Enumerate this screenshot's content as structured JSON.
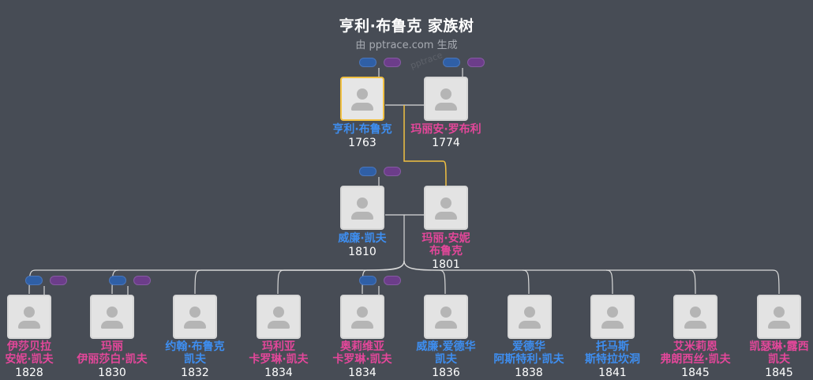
{
  "header": {
    "title": "亨利·布鲁克 家族树",
    "subtitle": "由 pptrace.com 生成",
    "watermark": "pptrace"
  },
  "colors": {
    "background": "#474c55",
    "male": "#3e8ef0",
    "female": "#e3479a",
    "selected_border": "#f1c041",
    "lines": "#d9d9d9",
    "highlight_line": "#f1c041"
  },
  "people": {
    "henry": {
      "name_lines": [
        "亨利·布鲁克"
      ],
      "year": "1763",
      "gender": "male"
    },
    "mary_roble": {
      "name_lines": [
        "玛丽安·罗布利"
      ],
      "year": "1774",
      "gender": "female"
    },
    "william": {
      "name_lines": [
        "威廉·凯夫"
      ],
      "year": "1810",
      "gender": "male"
    },
    "mary_anne": {
      "name_lines": [
        "玛丽·安妮",
        "布鲁克"
      ],
      "year": "1801",
      "gender": "female"
    },
    "isabella": {
      "name_lines": [
        "伊莎贝拉",
        "安妮·凯夫"
      ],
      "year": "1828",
      "gender": "female"
    },
    "mary_elizabeth": {
      "name_lines": [
        "玛丽",
        "伊丽莎白·凯夫"
      ],
      "year": "1830",
      "gender": "female"
    },
    "john": {
      "name_lines": [
        "约翰·布鲁克",
        "凯夫"
      ],
      "year": "1832",
      "gender": "male"
    },
    "maria": {
      "name_lines": [
        "玛利亚",
        "卡罗琳·凯夫"
      ],
      "year": "1834",
      "gender": "female"
    },
    "olivia": {
      "name_lines": [
        "奥莉维亚",
        "卡罗琳·凯夫"
      ],
      "year": "1834",
      "gender": "female"
    },
    "william_edward": {
      "name_lines": [
        "威廉·爱德华",
        "凯夫"
      ],
      "year": "1836",
      "gender": "male"
    },
    "edward": {
      "name_lines": [
        "爱德华",
        "阿斯特利·凯夫"
      ],
      "year": "1838",
      "gender": "male"
    },
    "thomas": {
      "name_lines": [
        "托马斯",
        "斯特拉坎洞"
      ],
      "year": "1841",
      "gender": "male"
    },
    "emily": {
      "name_lines": [
        "艾米莉恩",
        "弗朗西丝·凯夫"
      ],
      "year": "1845",
      "gender": "female"
    },
    "catherine": {
      "name_lines": [
        "凯瑟琳·露西",
        "凯夫"
      ],
      "year": "1845",
      "gender": "female"
    }
  }
}
